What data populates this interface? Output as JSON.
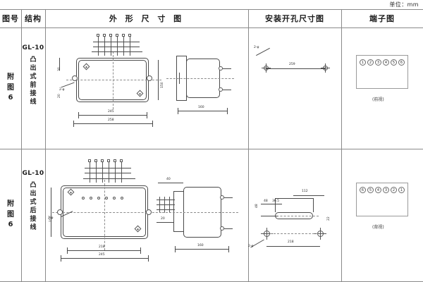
{
  "unit_note": "单位：mm",
  "table": {
    "headers": [
      {
        "key": "fig_no",
        "label": "图号"
      },
      {
        "key": "structure",
        "label": "结构"
      },
      {
        "key": "outline",
        "label": "外 形 尺 寸 图"
      },
      {
        "key": "mounting",
        "label": "安装开孔尺寸图"
      },
      {
        "key": "terminal",
        "label": "端子图"
      }
    ],
    "rows": [
      {
        "fig_no": "附图 6",
        "fig_no_chars": [
          "附",
          "图",
          "6"
        ],
        "model": "GL-10",
        "structure_chars": [
          "凸",
          "出",
          "式",
          "前",
          "接",
          "线"
        ],
        "outline": {
          "dims": {
            "width_outer": "258",
            "width_inner": "245",
            "height_right": "150",
            "height_left_top": "30",
            "height_left_bottom": "20",
            "side_width": "160",
            "hole_note": "2-φ"
          }
        },
        "mounting": {
          "dims": {
            "center_distance": "259",
            "hole_note": "2-φ"
          }
        },
        "terminal": {
          "numbers": [
            "1",
            "2",
            "3",
            "4",
            "5",
            "6"
          ],
          "caption": "(前视)"
        }
      },
      {
        "fig_no": "附图 6",
        "fig_no_chars": [
          "附",
          "图",
          "6"
        ],
        "model": "GL-10",
        "structure_chars": [
          "凸",
          "出",
          "式",
          "后",
          "接",
          "线"
        ],
        "outline": {
          "dims": {
            "width_outer": "245",
            "width_inner": "218",
            "height_left": "150",
            "side_top": "40",
            "side_bottom": "20",
            "side_width": "160",
            "hole_note": "2-φ"
          }
        },
        "mounting": {
          "dims": {
            "center_distance": "218",
            "top_span": "112",
            "left_a": "48",
            "left_b": "36.5",
            "vert_a": "48",
            "vert_b": "22",
            "hole_note": "2-φ"
          }
        },
        "terminal": {
          "numbers": [
            "6",
            "5",
            "4",
            "3",
            "2",
            "1"
          ],
          "caption": "(背视)"
        }
      }
    ]
  },
  "colors": {
    "grid": "#8a8a8a",
    "line": "#4a4a4a",
    "text": "#1c1c1c"
  }
}
